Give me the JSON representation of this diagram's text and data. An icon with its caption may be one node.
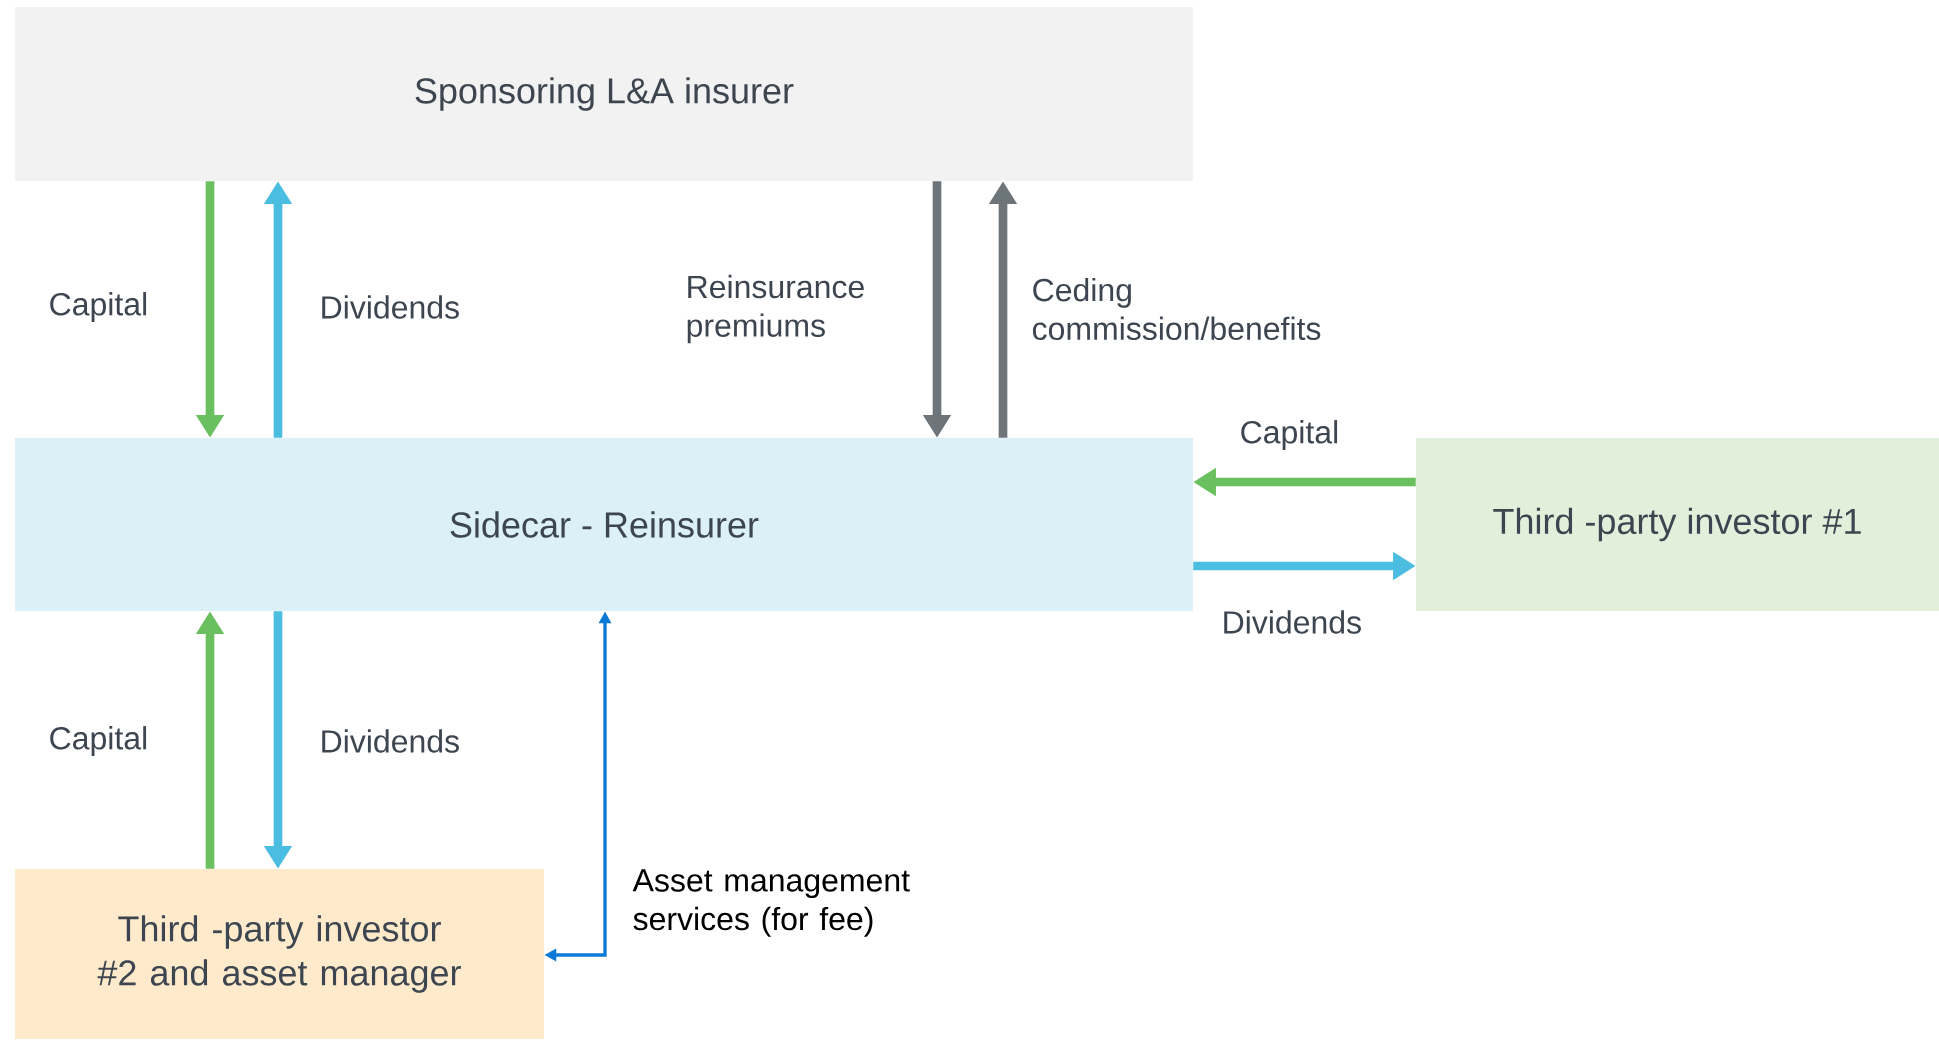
{
  "diagram": {
    "nodes": [
      {
        "text": [
          "Sponsoring L&A insurer"
        ]
      },
      {
        "text": [
          "Sidecar - Reinsurer"
        ]
      },
      {
        "text": [
          "Third -party investor #1"
        ]
      },
      {
        "text": [
          "Third -party investor #2 and asset manager"
        ]
      }
    ],
    "edges": [
      {
        "from": 0,
        "to": 1,
        "arrow": "to",
        "label": "Capital",
        "color": "#6abf5e"
      },
      {
        "from": 1,
        "to": 0,
        "arrow": "to",
        "label": "Dividends",
        "color": "#4bbde0"
      },
      {
        "from": 0,
        "to": 1,
        "arrow": "to",
        "label": "Reinsurance premiums",
        "color": "#6d757a"
      },
      {
        "from": 1,
        "to": 0,
        "arrow": "to",
        "label": "Ceding commission/benefits",
        "color": "#6d757a"
      },
      {
        "from": 2,
        "to": 1,
        "arrow": "to",
        "label": "Capital",
        "color": "#6abf5e"
      },
      {
        "from": 1,
        "to": 2,
        "arrow": "to",
        "label": "Dividends",
        "color": "#4bbde0"
      },
      {
        "from": 3,
        "to": 1,
        "arrow": "to",
        "label": "Capital",
        "color": "#6abf5e"
      },
      {
        "from": 1,
        "to": 3,
        "arrow": "to",
        "label": "Dividends",
        "color": "#4bbde0"
      },
      {
        "from": 1,
        "to": 3,
        "arrow": "both",
        "label": "Asset management services (for fee)",
        "color": "#0a7ad6"
      }
    ]
  }
}
